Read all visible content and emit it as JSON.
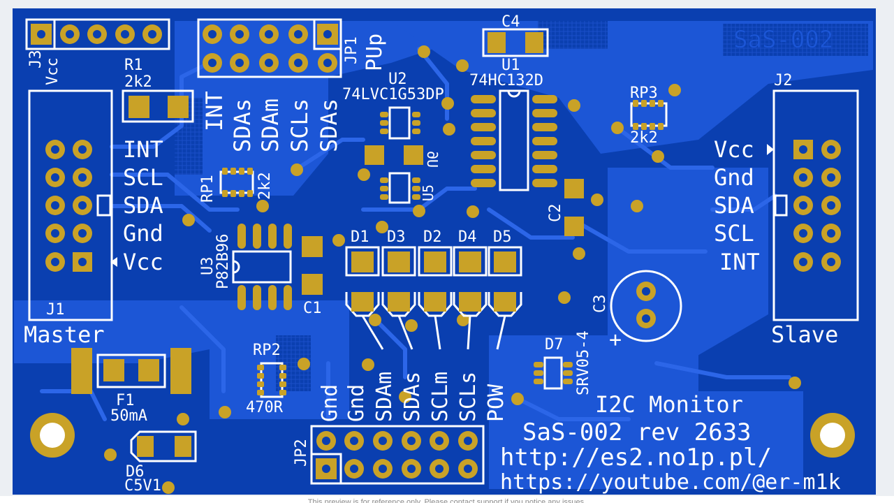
{
  "board": {
    "title": "SaS-002",
    "subtitle": "I2C Monitor",
    "revision": "SaS-002 rev 2633",
    "url1": "http://es2.no1p.pl/",
    "url2": "https://youtube.com/@er-m1k",
    "colors": {
      "pcb": "#0a3fb0",
      "copper": "#1c56d6",
      "trace": "#2c66e8",
      "pad": "#c9a227",
      "silk": "#ffffff",
      "frame": "#eceff3"
    }
  },
  "components": {
    "j3": {
      "ref": "J3",
      "label": "Vcc"
    },
    "jp1": {
      "ref": "JP1",
      "label": "PUp",
      "pins": [
        "INT",
        "SDAs",
        "SDAm",
        "SCLs",
        "SDAs"
      ]
    },
    "r1": {
      "ref": "R1",
      "value": "2k2"
    },
    "j1": {
      "ref": "J1",
      "title": "Master",
      "pins": [
        "INT",
        "SCL",
        "SDA",
        "Gnd",
        "Vcc"
      ]
    },
    "j2": {
      "ref": "J2",
      "title": "Slave",
      "pins": [
        "Vcc",
        "Gnd",
        "SDA",
        "SCL",
        "INT"
      ]
    },
    "u1": {
      "ref": "U1",
      "value": "74HC132D"
    },
    "u2": {
      "ref": "U2",
      "value": "74LVC1G53DP"
    },
    "u3": {
      "ref": "U3",
      "value": "P82B96"
    },
    "u5": {
      "ref": "U5"
    },
    "u6": {
      "ref": "U6"
    },
    "c1": {
      "ref": "C1"
    },
    "c2": {
      "ref": "C2"
    },
    "c3": {
      "ref": "C3",
      "polarity": "+"
    },
    "c4": {
      "ref": "C4"
    },
    "rp1": {
      "ref": "RP1",
      "value": "2k2"
    },
    "rp2": {
      "ref": "RP2",
      "value": "470R"
    },
    "rp3": {
      "ref": "RP3",
      "value": "2k2"
    },
    "leds": [
      "D1",
      "D3",
      "D2",
      "D4",
      "D5"
    ],
    "led_labels": [
      "SDAm",
      "SDAs",
      "SCLm",
      "SCLs",
      "POW"
    ],
    "d6": {
      "ref": "D6",
      "value": "C5V1"
    },
    "d7": {
      "ref": "D7",
      "value": "SRV05-4"
    },
    "f1": {
      "ref": "F1",
      "value": "50mA"
    },
    "jp2": {
      "ref": "JP2",
      "labels": [
        "Gnd",
        "Gnd",
        "SDAm",
        "SDAs",
        "SCLm",
        "SCLs",
        "POW"
      ]
    }
  },
  "footer": "This preview is for reference only. Please contact support if you notice any issues."
}
